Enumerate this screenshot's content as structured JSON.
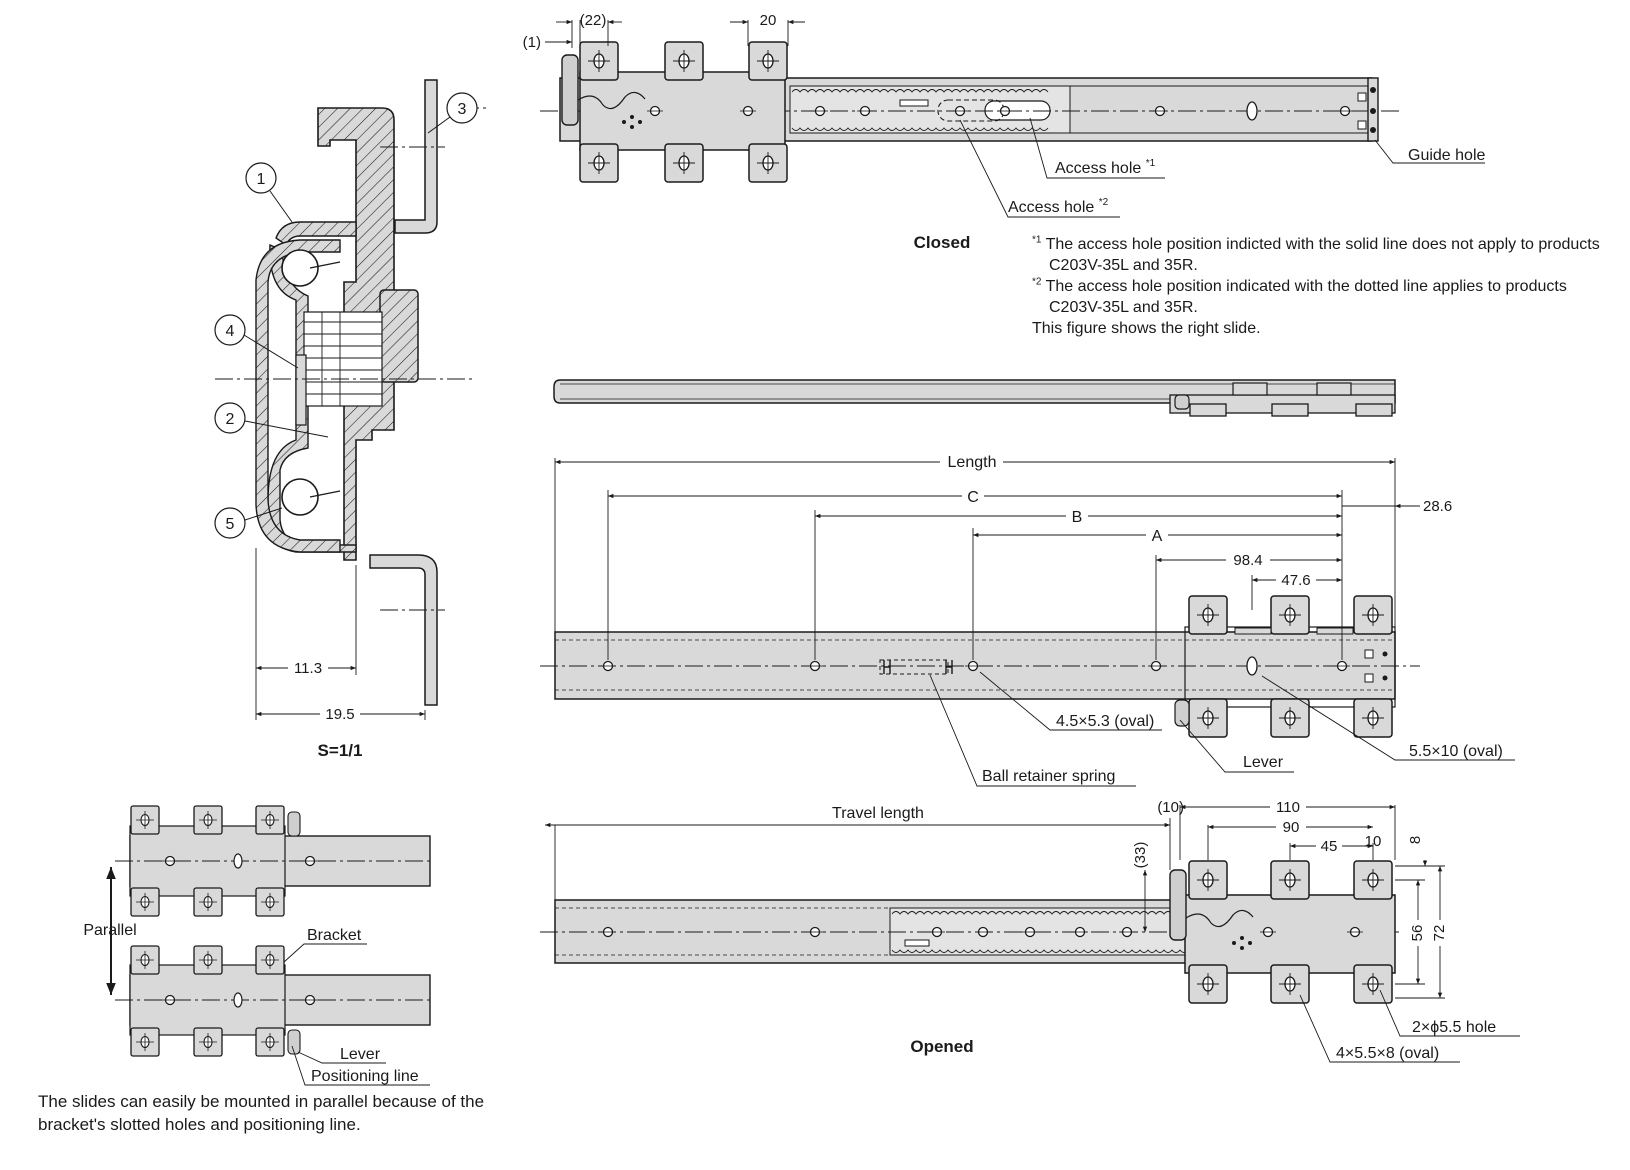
{
  "section_view": {
    "callouts": [
      "1",
      "2",
      "3",
      "4",
      "5"
    ],
    "dim_11_3": "11.3",
    "dim_19_5": "19.5",
    "scale": "S=1/1"
  },
  "closed_view": {
    "title": "Closed",
    "dim_1": "(1)",
    "dim_22": "(22)",
    "dim_20": "20",
    "access_hole_1": "Access hole",
    "access_hole_1_mark": "*1",
    "access_hole_2": "Access hole",
    "access_hole_2_mark": "*2",
    "guide_hole": "Guide hole"
  },
  "notes": {
    "note1_mark": "*1",
    "note1_text": "The access hole position indicted with the solid line does not apply to products C203V-35L and 35R.",
    "note2_mark": "*2",
    "note2_text": "The access hole position indicated with the dotted line applies to products C203V-35L and 35R.",
    "note3_text": "This figure shows the right slide."
  },
  "length_view": {
    "length": "Length",
    "c": "C",
    "b": "B",
    "a": "A",
    "dim_98_4": "98.4",
    "dim_47_6": "47.6",
    "dim_28_6": "28.6",
    "oval_small": "4.5×5.3 (oval)",
    "lever": "Lever",
    "oval_large": "5.5×10 (oval)",
    "ball_retainer": "Ball retainer spring"
  },
  "opened_view": {
    "title": "Opened",
    "travel_length": "Travel length",
    "dim_10a": "(10)",
    "dim_110": "110",
    "dim_90": "90",
    "dim_45": "45",
    "dim_10b": "10",
    "dim_8": "8",
    "dim_33": "(33)",
    "dim_56": "56",
    "dim_72": "72",
    "hole_2x": "2×ϕ5.5 hole",
    "hole_4x": "4×5.5×8 (oval)"
  },
  "parallel_view": {
    "parallel": "Parallel",
    "bracket": "Bracket",
    "lever": "Lever",
    "positioning_line": "Positioning line",
    "caption": "The slides can easily be mounted in parallel because of the bracket's slotted holes and positioning line."
  },
  "colors": {
    "metal": "#d9d9d9",
    "line": "#1a1a1a"
  }
}
